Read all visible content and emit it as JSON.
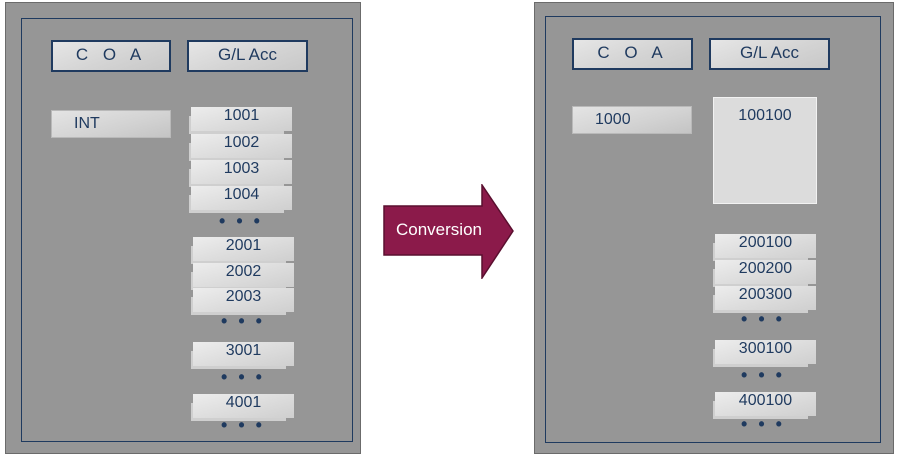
{
  "headers": {
    "coa": "C O A",
    "gl": "G/L Acc"
  },
  "left": {
    "coa_value": "INT",
    "groups": [
      [
        "1001",
        "1002",
        "1003",
        "1004"
      ],
      [
        "2001",
        "2002",
        "2003"
      ],
      [
        "3001"
      ],
      [
        "4001"
      ]
    ],
    "ellipsis": "..."
  },
  "arrow": {
    "label": "Conversion",
    "color": "#8b1a4a"
  },
  "right": {
    "coa_value": "1000",
    "big_account": "100100",
    "groups": [
      [
        "200100",
        "200200",
        "200300"
      ],
      [
        "300100"
      ],
      [
        "400100"
      ]
    ],
    "ellipsis": "..."
  }
}
